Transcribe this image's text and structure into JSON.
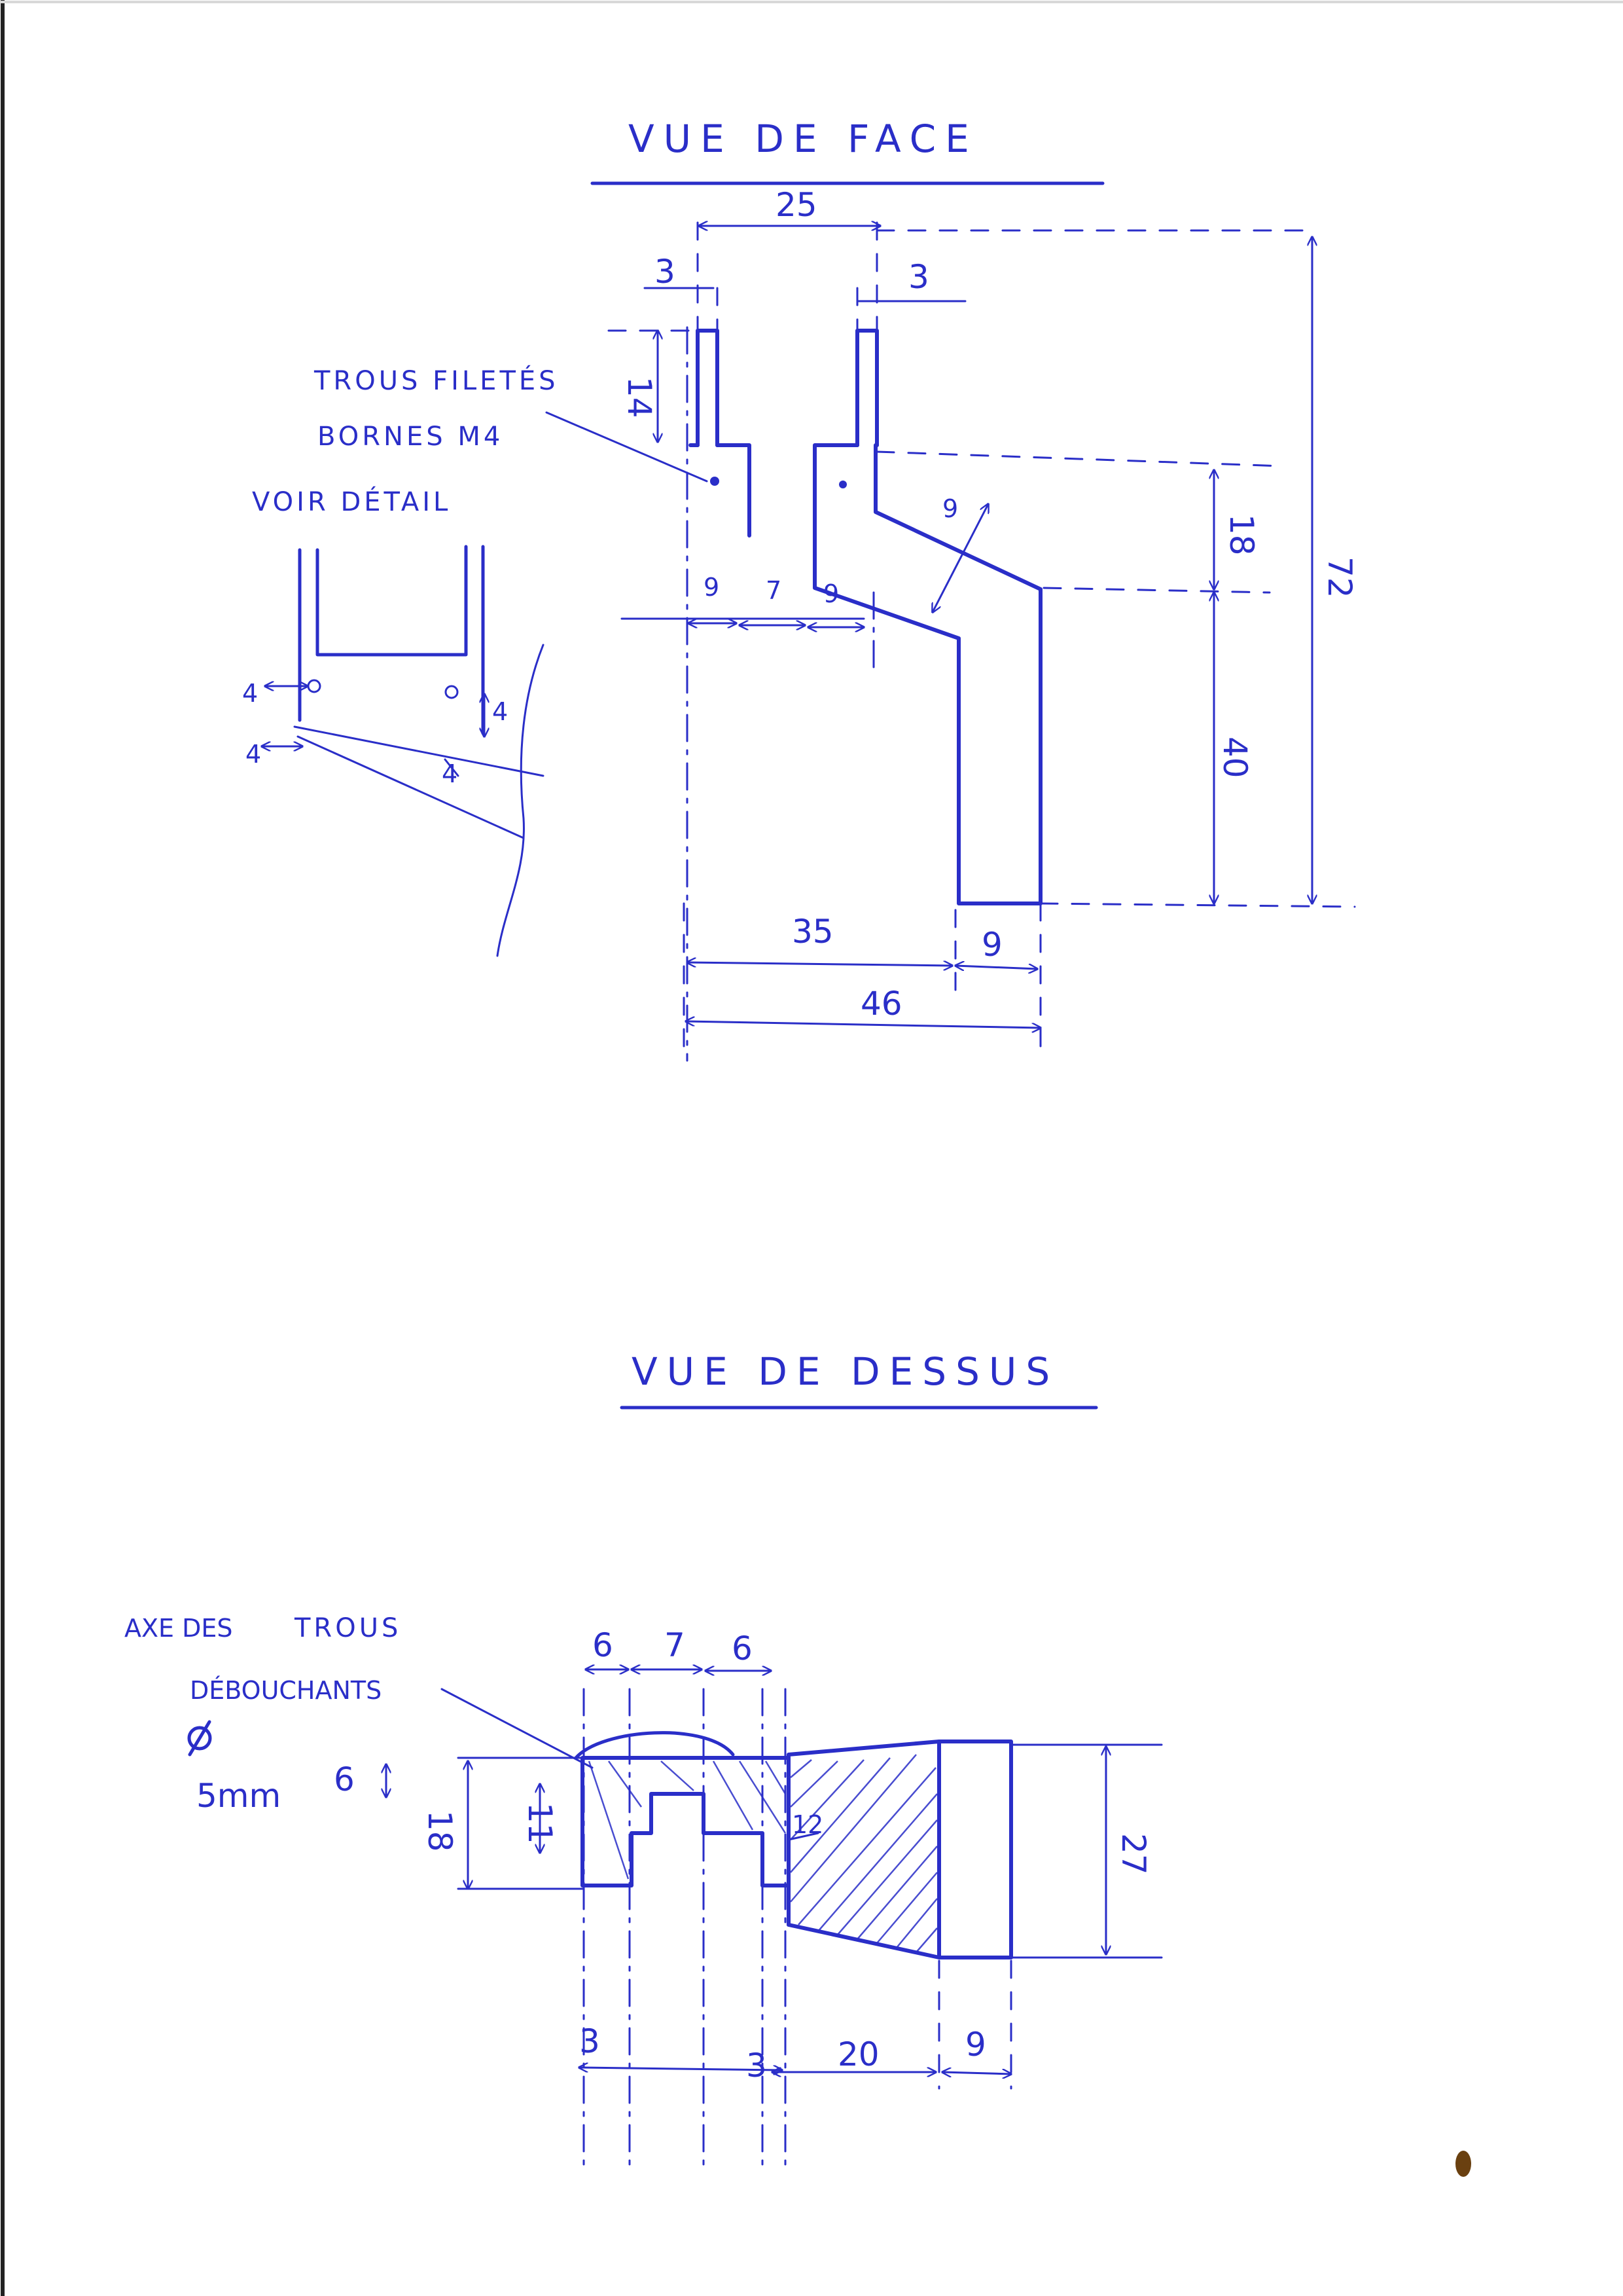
{
  "views": {
    "front": {
      "title": "VUE DE FACE",
      "note_holes": [
        "TROUS FILETÉS",
        "BORNES M4"
      ],
      "note_detail": "VOIR DÉTAIL",
      "dimensions": {
        "top_width": "25",
        "left_tab": "3",
        "right_tab": "3",
        "tab_height": "14",
        "overall_height": "72",
        "upper_height": "18",
        "lower_height": "40",
        "lower_left_9": "9",
        "middle_7": "7",
        "lower_right_9": "9",
        "angled_9": "9",
        "base_35": "35",
        "base_9": "9",
        "base_46": "46"
      }
    },
    "detail": {
      "dims": [
        "4",
        "4",
        "4",
        "4"
      ]
    },
    "top": {
      "title": "VUE DE DESSUS",
      "note_axis": [
        "AXE DES",
        "TROUS",
        "DÉBOUCHANTS"
      ],
      "hole_diameter": "5mm",
      "dimensions": {
        "d6a": "6",
        "d7": "7",
        "d6b": "6",
        "d6_left": "6",
        "d18": "18",
        "d11": "11",
        "d27": "27",
        "d12": "12",
        "d3a": "3",
        "d3b": "3",
        "d20": "20",
        "d9": "9"
      }
    }
  },
  "colors": {
    "ink": "#2a2ec8",
    "paper": "#ffffff"
  }
}
